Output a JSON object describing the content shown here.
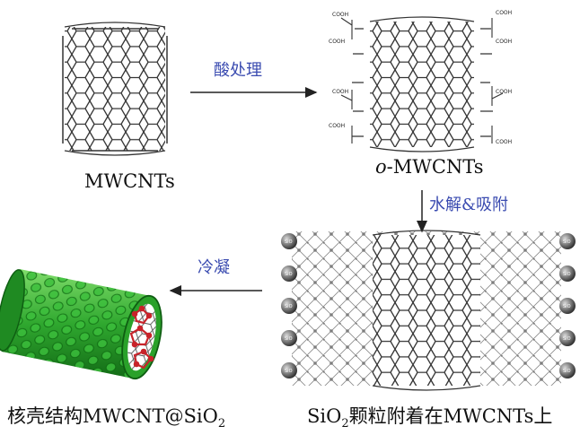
{
  "panels": {
    "pristine": {
      "label": "MWCNTs"
    },
    "oxidized": {
      "label_prefix": "o",
      "label_main": "-MWCNTs",
      "group": "COOH"
    },
    "silica": {
      "label_pre": "SiO",
      "label_sub": "2",
      "label_post": "颗粒附着在MWCNTs上",
      "sphere_text": "SiO"
    },
    "coreshell": {
      "label_pre": "核壳结构MWCNT@SiO",
      "label_sub": "2"
    }
  },
  "arrows": {
    "acid": "酸处理",
    "hydrolysis": "水解&吸附",
    "condense": "冷凝"
  },
  "colors": {
    "arrow_text": "#3a4bb0",
    "shell_green": "#2fa82f",
    "core_red": "#c8232a",
    "line": "#333333"
  }
}
